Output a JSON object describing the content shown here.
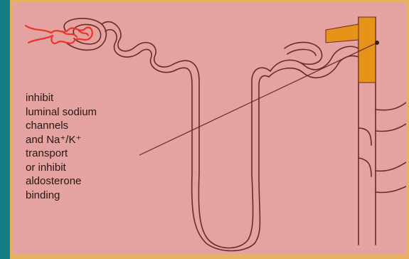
{
  "annotation": {
    "lines": [
      "inhibit",
      "luminal sodium",
      "channels",
      "and Na⁺/K⁺",
      "transport",
      "or inhibit",
      "aldosterone",
      "binding"
    ]
  },
  "colors": {
    "background": "#127f86",
    "border": "#e9b05f",
    "panel": "#e4a3a0",
    "tubule_outline": "#6a2a24",
    "glomerulus": "#e8342b",
    "target_segment": "#e7931a"
  },
  "icons": {
    "glomerulus": "glomerulus-icon",
    "target_marker": "target-dot-icon"
  }
}
